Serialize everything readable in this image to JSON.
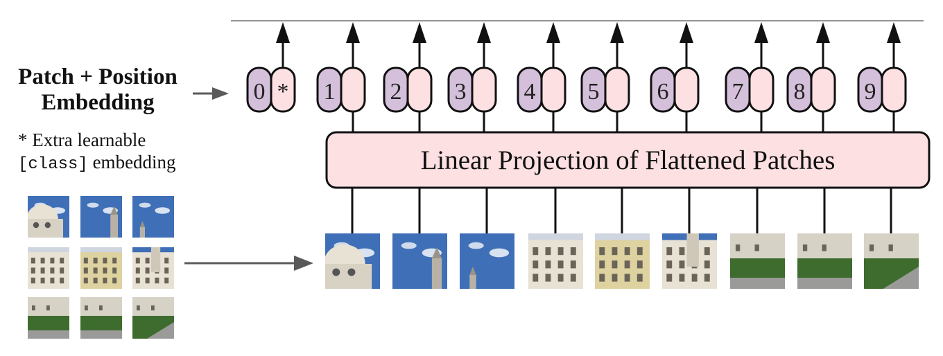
{
  "labels": {
    "patch_position_line1": "Patch + Position",
    "patch_position_line2": "Embedding",
    "extra_line1": "* Extra learnable",
    "extra_code": "[class]",
    "extra_word": " embedding",
    "projection": "Linear Projection of Flattened Patches"
  },
  "tokens": [
    "0",
    "1",
    "2",
    "3",
    "4",
    "5",
    "6",
    "7",
    "8",
    "9"
  ],
  "class_marker": "*",
  "colors": {
    "position_fill": "#d4c0da",
    "patch_fill": "#fde0e2",
    "projection_fill": "#fde0e2",
    "stroke": "#111111",
    "arrow_gray": "#5a5a5a",
    "sky": "#3f6fb7",
    "building": "#e8e2d4",
    "building_yellow": "#ddd2a0",
    "foliage": "#3e6b2e",
    "road": "#9a9a98"
  },
  "patches": [
    {
      "name": "dome",
      "sky": true,
      "building": "dome"
    },
    {
      "name": "sky-tower",
      "sky": true,
      "building": "tower"
    },
    {
      "name": "sky-spire",
      "sky": true,
      "building": "spire"
    },
    {
      "name": "facade-left",
      "sky": false,
      "building": "facade"
    },
    {
      "name": "facade-center",
      "sky": false,
      "building": "facade-yellow"
    },
    {
      "name": "facade-right",
      "sky": true,
      "building": "facade-tower"
    },
    {
      "name": "garden-left",
      "sky": false,
      "building": "garden"
    },
    {
      "name": "garden-center",
      "sky": false,
      "building": "garden"
    },
    {
      "name": "garden-right",
      "sky": false,
      "building": "street"
    }
  ]
}
